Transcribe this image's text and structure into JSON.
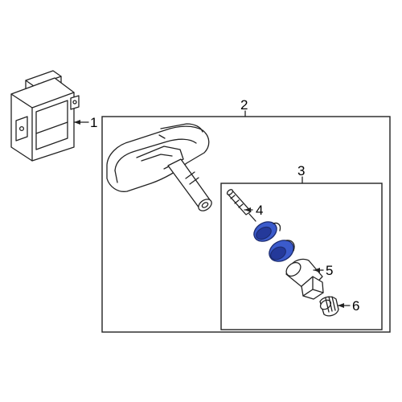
{
  "callouts": {
    "part_1": "1",
    "part_2": "2",
    "part_3": "3",
    "part_4": "4",
    "part_5": "5",
    "part_6": "6"
  },
  "colors": {
    "highlight": "#3b5bcc",
    "line": "#222222",
    "background": "#ffffff"
  }
}
